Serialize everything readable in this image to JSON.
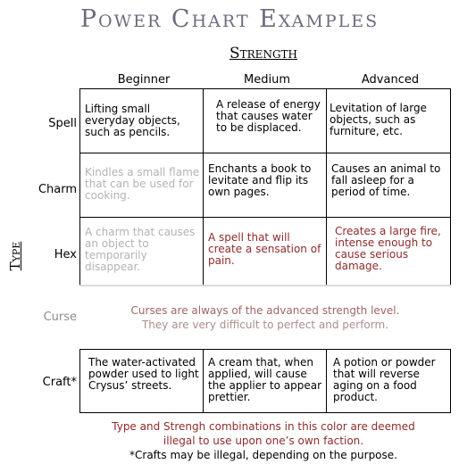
{
  "title": "Power Chart Examples",
  "subtitle": "Strength",
  "columns": [
    "Beginner",
    "Medium",
    "Advanced"
  ],
  "type_label": "Type",
  "rows": [
    {
      "label": "Spell",
      "cells": [
        "Lifting small everyday objects, such as pencils.",
        "A release of energy that causes water to be displaced.",
        "Levitation of large objects, such as furniture, etc."
      ]
    },
    {
      "label": "Charm",
      "cells": [
        "Kindles a small flame that can be used for cooking.",
        "Enchants a book to levitate and flip its own pages.",
        "Causes an animal to fall asleep for a period of time."
      ]
    },
    {
      "label": "Hex",
      "cells": [
        "A charm that causes an object to temporarily disappear.",
        "A spell that will create a sensation of pain.",
        "Creates a large fire, intense enough to cause serious damage."
      ]
    },
    {
      "label": "Curse",
      "note_line1": "Curses are always of the advanced strength level.",
      "note_line2": "They are very difficult to perfect and perform."
    },
    {
      "label": "Craft*",
      "cells": [
        "The water-activated powder used to light Crysus’ streets.",
        "A cream that, when applied, will cause the applier to appear prettier.",
        "A potion or powder that will reverse aging on a food product."
      ]
    }
  ],
  "footnote_line1": "Type and Strengh combinations in this color are deemed",
  "footnote_line2": "illegal to use upon one’s own faction.",
  "footnote2": "*Crafts may be illegal, depending on the purpose.",
  "colors": {
    "title": "#6f6a7e",
    "illegal": "#8f2b2b"
  }
}
